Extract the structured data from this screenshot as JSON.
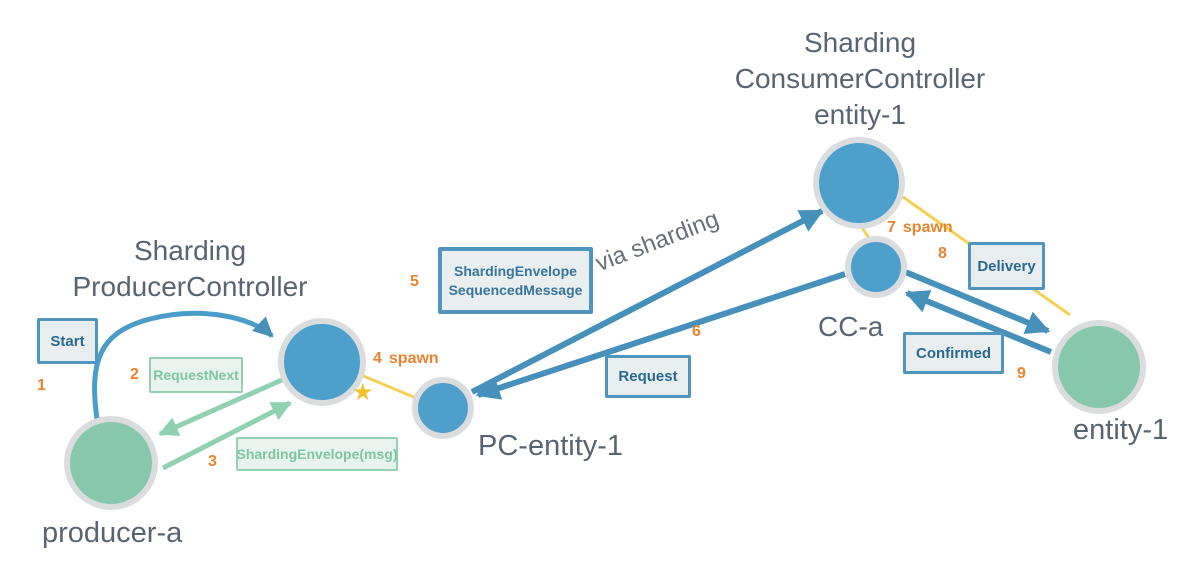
{
  "colors": {
    "node_blue": "#4d9fcc",
    "node_green": "#87c8ac",
    "node_ring": "#dadcde",
    "arrow_blue": "#4691bb",
    "arrow_green": "#90d1b3",
    "spawn_yellow": "#f6d054",
    "star_gold": "#f1c42d",
    "step_orange": "#e9832e",
    "label_gray": "#596472",
    "box_blue_fill": "#e8eef0",
    "box_blue_border": "#4f95be",
    "box_blue_text": "#2b6890",
    "box_green_fill": "#e8f3ed",
    "box_green_border": "#96cfb2",
    "box_green_text": "#80c5a2"
  },
  "nodes": {
    "producer_controller": {
      "title_line1": "Sharding",
      "title_line2": "ProducerController"
    },
    "producer_a": {
      "label": "producer-a"
    },
    "pc_entity_1": {
      "label": "PC-entity-1"
    },
    "consumer_controller": {
      "title_line1": "Sharding",
      "title_line2": "ConsumerController",
      "title_line3": "entity-1"
    },
    "cc_a": {
      "label": "CC-a"
    },
    "entity_1": {
      "label": "entity-1"
    }
  },
  "steps": {
    "start": {
      "num": "1",
      "label": "Start"
    },
    "request_next": {
      "num": "2",
      "label": "RequestNext"
    },
    "sharding_envelope_msg": {
      "num": "3",
      "label": "ShardingEnvelope(msg)"
    },
    "spawn_pc": {
      "num": "4",
      "label": "spawn"
    },
    "sequenced_message": {
      "num": "5",
      "label_line1": "ShardingEnvelope",
      "label_line2": "SequencedMessage"
    },
    "request": {
      "num": "6",
      "label": "Request"
    },
    "spawn_cc": {
      "num": "7",
      "label": "spawn"
    },
    "delivery": {
      "num": "8",
      "label": "Delivery"
    },
    "confirmed": {
      "num": "9",
      "label": "Confirmed"
    }
  },
  "annotations": {
    "via_sharding": "via sharding",
    "spawn_star": "★"
  }
}
